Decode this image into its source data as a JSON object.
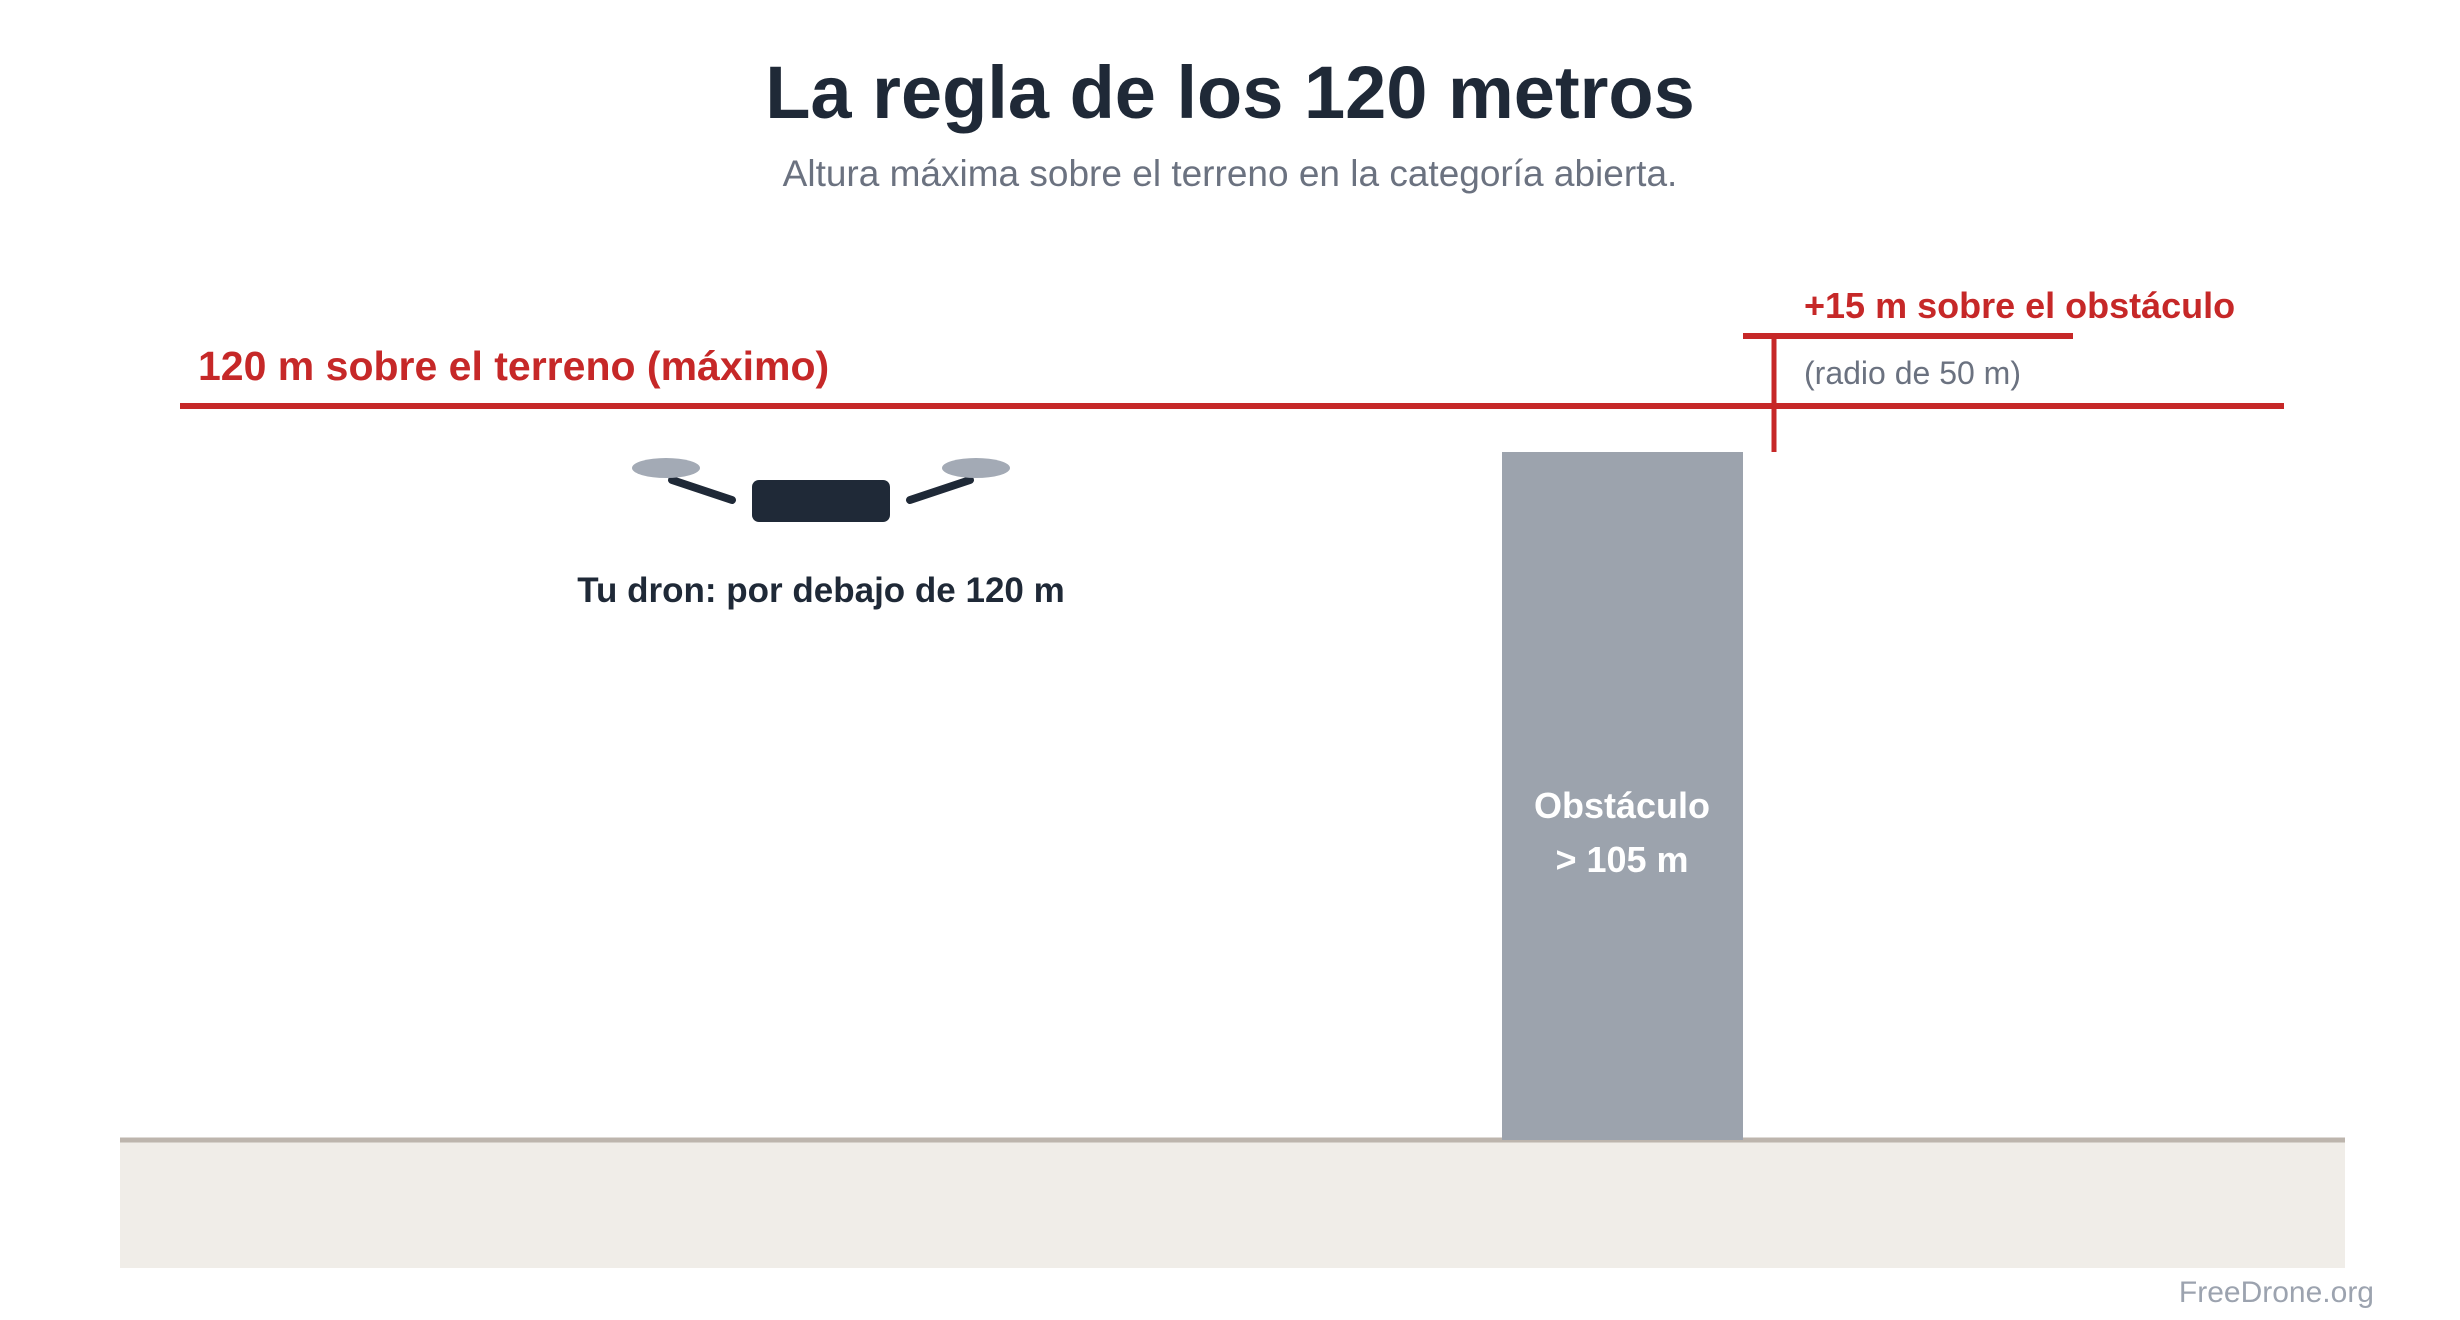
{
  "title": "La regla de los 120 metros",
  "subtitle": "Altura máxima sobre el terreno en la categoría abierta.",
  "limit_line": {
    "label": "120 m sobre el terreno (máximo)"
  },
  "obstacle_rule": {
    "label": "+15 m sobre el obstáculo",
    "note": "(radio de 50 m)"
  },
  "drone": {
    "label": "Tu dron: por debajo de 120 m"
  },
  "obstacle": {
    "name": "Obstáculo",
    "height": "> 105 m"
  },
  "credit": "FreeDrone.org",
  "colors": {
    "title": "#1f2937",
    "subtitle": "#6b7280",
    "limit_red": "#c62828",
    "note_gray": "#6b7280",
    "drone_body": "#1f2937",
    "rotor": "#a3aab5",
    "obstacle_fill": "#9ca3ad",
    "obstacle_text": "#ffffff",
    "ground_fill": "#f0ede8",
    "ground_line": "#bdb5ad",
    "credit": "#9ca3af"
  }
}
